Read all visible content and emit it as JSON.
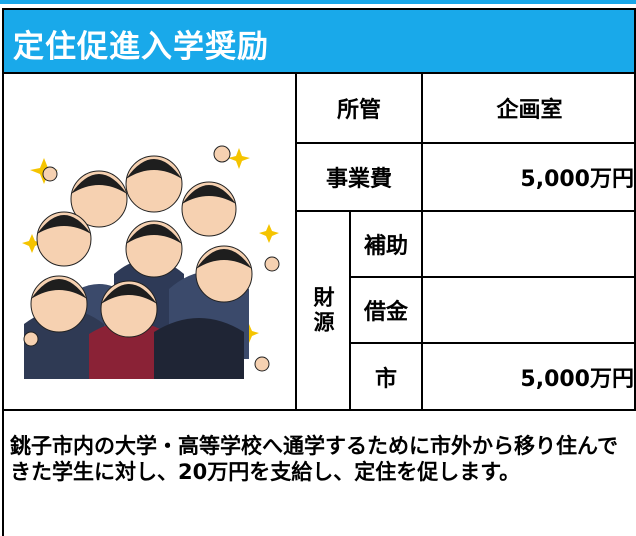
{
  "title": "定住促進入学奨励",
  "info": {
    "jurisdiction_label": "所管",
    "jurisdiction_value": "企画室",
    "cost_label": "事業費",
    "cost_value": "5,000万円",
    "source_label": "財源",
    "subsidy_label": "補助",
    "subsidy_value": "",
    "loan_label": "借金",
    "loan_value": "",
    "city_label": "市",
    "city_value": "5,000万円"
  },
  "description": "銚子市内の大学・高等学校へ通学するために市外から移り住んできた学生に対し、20万円を支給し、定住を促します。",
  "colors": {
    "header_bg": "#19a9ea",
    "header_text": "#ffffff"
  }
}
